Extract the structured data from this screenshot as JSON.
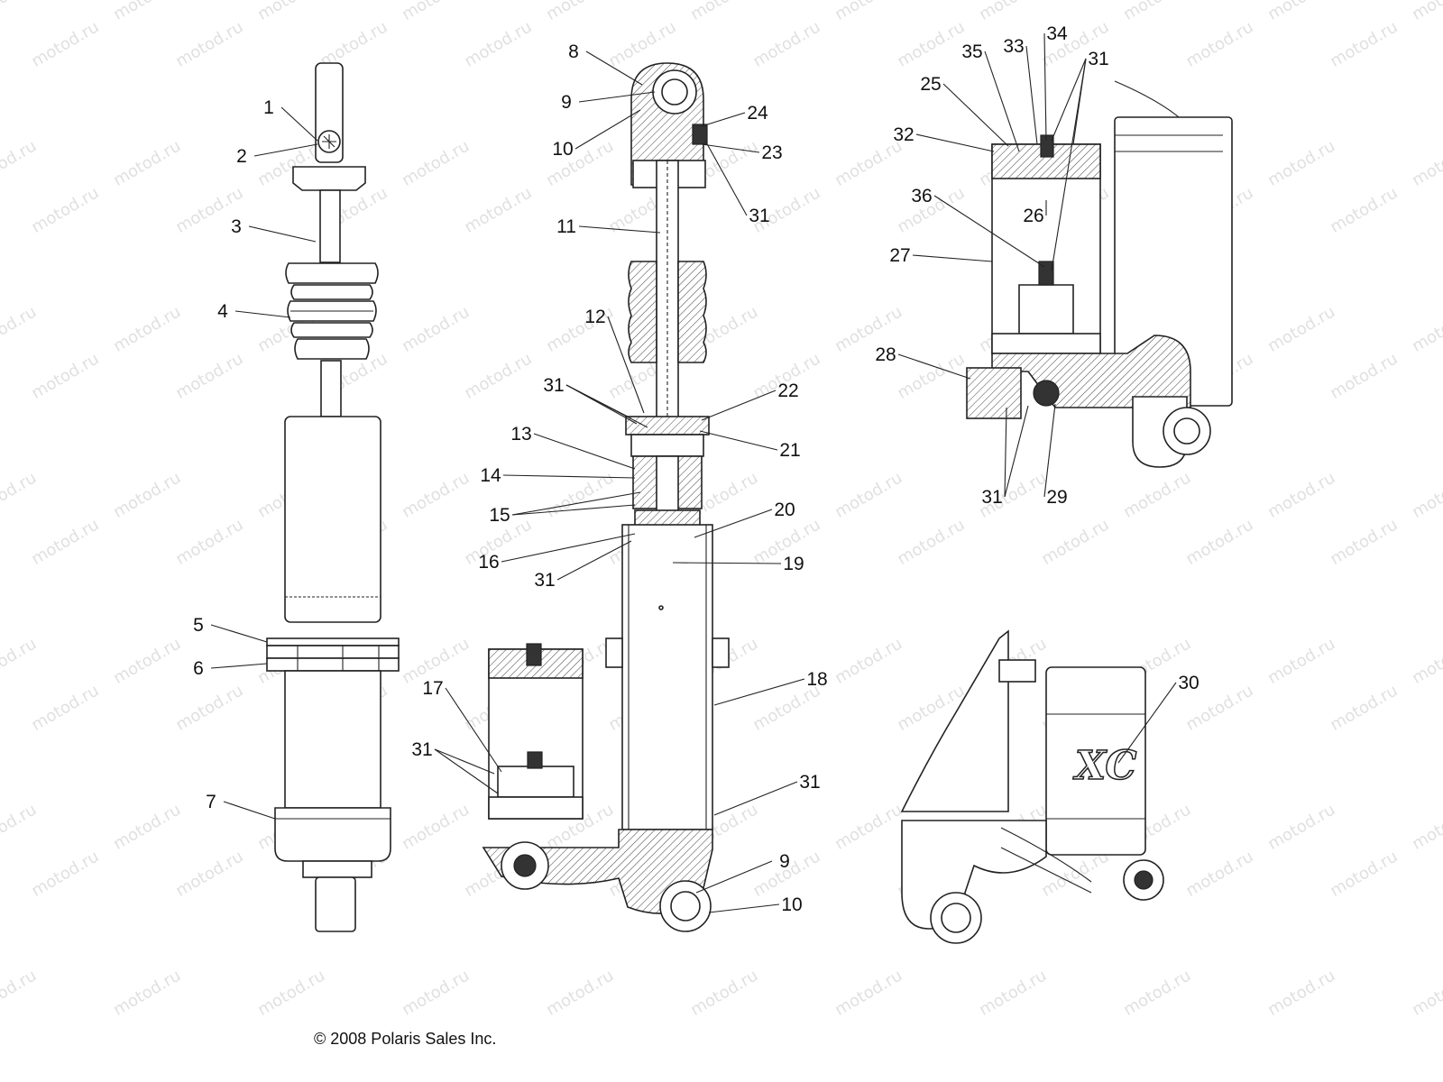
{
  "copyright": "© 2008  Polaris Sales Inc.",
  "watermark": "motod.ru",
  "logo_text": "XC",
  "colors": {
    "line": "#222222",
    "background": "#ffffff",
    "watermark": "#c8c8c8"
  },
  "callouts": [
    "1",
    "2",
    "3",
    "4",
    "5",
    "6",
    "7",
    "8",
    "9",
    "10",
    "24",
    "23",
    "31",
    "11",
    "12",
    "31",
    "22",
    "13",
    "21",
    "14",
    "15",
    "20",
    "16",
    "19",
    "31",
    "17",
    "31",
    "18",
    "31",
    "9",
    "10",
    "35",
    "33",
    "34",
    "31",
    "25",
    "32",
    "26",
    "36",
    "27",
    "28",
    "31",
    "29",
    "30"
  ]
}
